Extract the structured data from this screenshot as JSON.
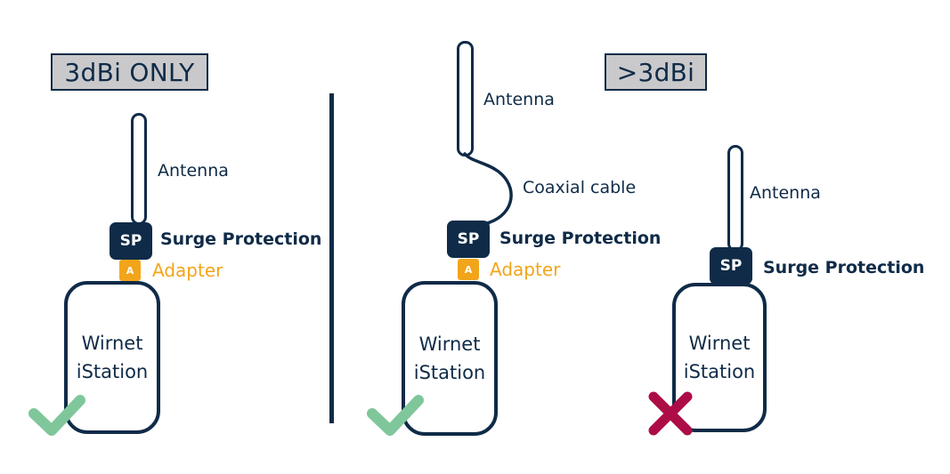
{
  "colors": {
    "navy": "#0f2b48",
    "adapter_orange": "#f2a51a",
    "title_box_gray": "#c9c9cb",
    "check_green": "#7fc79b",
    "cross_red": "#ad0d47"
  },
  "left_panel": {
    "title": "3dBi ONLY",
    "antenna_label": "Antenna",
    "sp_badge": "SP",
    "sp_label": "Surge Protection",
    "adapter_badge": "A",
    "adapter_label": "Adapter",
    "device_line1": "Wirnet",
    "device_line2": "iStation",
    "status_icon": "check-icon",
    "status": "allowed"
  },
  "right_panel": {
    "title": ">3dBi",
    "configs": [
      {
        "antenna_label": "Antenna",
        "cable_label": "Coaxial cable",
        "sp_badge": "SP",
        "sp_label": "Surge Protection",
        "adapter_badge": "A",
        "adapter_label": "Adapter",
        "device_line1": "Wirnet",
        "device_line2": "iStation",
        "status_icon": "check-icon",
        "status": "allowed"
      },
      {
        "antenna_label": "Antenna",
        "sp_badge": "SP",
        "sp_label": "Surge Protection",
        "device_line1": "Wirnet",
        "device_line2": "iStation",
        "status_icon": "cross-icon",
        "status": "not allowed"
      }
    ]
  }
}
